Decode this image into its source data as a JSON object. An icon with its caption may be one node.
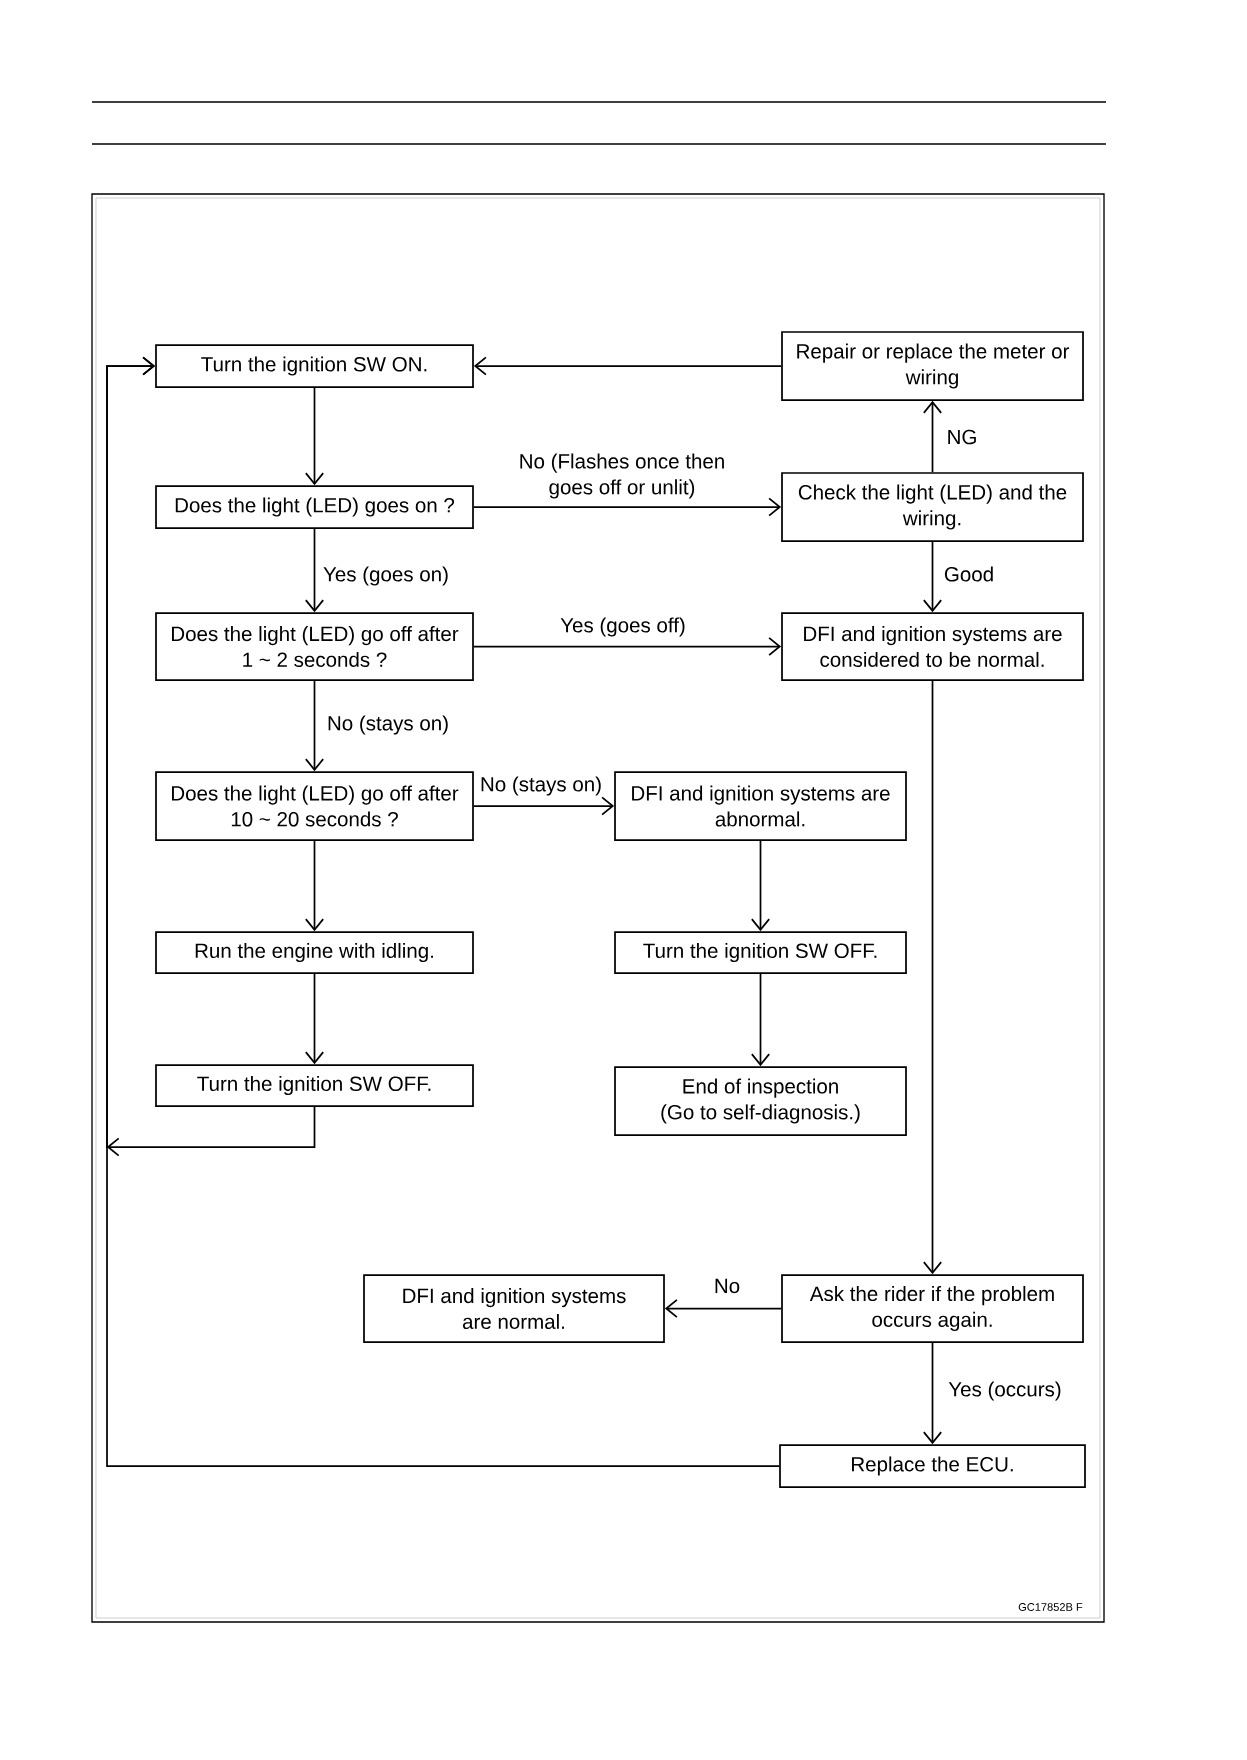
{
  "diagram": {
    "nodes": [
      {
        "text": [
          "Turn the ignition SW ON."
        ]
      },
      {
        "text": [
          "Repair or replace the meter or wiring"
        ]
      },
      {
        "text": [
          "Does the light (LED) goes on ?"
        ]
      },
      {
        "text": [
          "Check the light (LED) and the wiring."
        ]
      },
      {
        "text": [
          "Does the light (LED) go off after 1 ~ 2 seconds ?"
        ]
      },
      {
        "text": [
          "DFI and ignition systems are considered to be normal."
        ]
      },
      {
        "text": [
          "Does the light (LED) go off after 10 ~ 20 seconds ?"
        ]
      },
      {
        "text": [
          "DFI and ignition systems are abnormal."
        ]
      },
      {
        "text": [
          "Run the engine with idling."
        ]
      },
      {
        "text": [
          "Turn the ignition SW OFF."
        ]
      },
      {
        "text": [
          "Turn the ignition SW OFF."
        ]
      },
      {
        "text": [
          "End of inspection",
          "(Go to self-diagnosis.)"
        ]
      },
      {
        "text": [
          "DFI and ignition systems are normal."
        ]
      },
      {
        "text": [
          "Ask the rider if the problem occurs again."
        ]
      },
      {
        "text": [
          "Replace the ECU."
        ]
      }
    ],
    "edges": [
      {
        "from": 0,
        "to": 2,
        "arrow": "to"
      },
      {
        "from": 1,
        "to": 0,
        "arrow": "to"
      },
      {
        "from": 2,
        "to": 3,
        "arrow": "to",
        "label": "No (Flashes once then goes off or unlit)"
      },
      {
        "from": 3,
        "to": 1,
        "arrow": "to",
        "label": "NG"
      },
      {
        "from": 2,
        "to": 4,
        "arrow": "to",
        "label": "Yes (goes on)"
      },
      {
        "from": 3,
        "to": 5,
        "arrow": "to",
        "label": "Good"
      },
      {
        "from": 4,
        "to": 5,
        "arrow": "to",
        "label": "Yes (goes off)"
      },
      {
        "from": 4,
        "to": 6,
        "arrow": "to",
        "label": "No (stays on)"
      },
      {
        "from": 6,
        "to": 7,
        "arrow": "to",
        "label": "No (stays on)"
      },
      {
        "from": 6,
        "to": 8,
        "arrow": "to"
      },
      {
        "from": 7,
        "to": 9,
        "arrow": "to"
      },
      {
        "from": 8,
        "to": 10,
        "arrow": "to"
      },
      {
        "from": 9,
        "to": 11,
        "arrow": "to"
      },
      {
        "from": 10,
        "to": 0,
        "arrow": "to"
      },
      {
        "from": 5,
        "to": 13,
        "arrow": "to"
      },
      {
        "from": 13,
        "to": 12,
        "arrow": "to",
        "label": "No"
      },
      {
        "from": 13,
        "to": 14,
        "arrow": "to",
        "label": "Yes (occurs)"
      },
      {
        "from": 14,
        "to": 0,
        "arrow": "to"
      }
    ],
    "labels": [
      "GC17852B F"
    ]
  }
}
